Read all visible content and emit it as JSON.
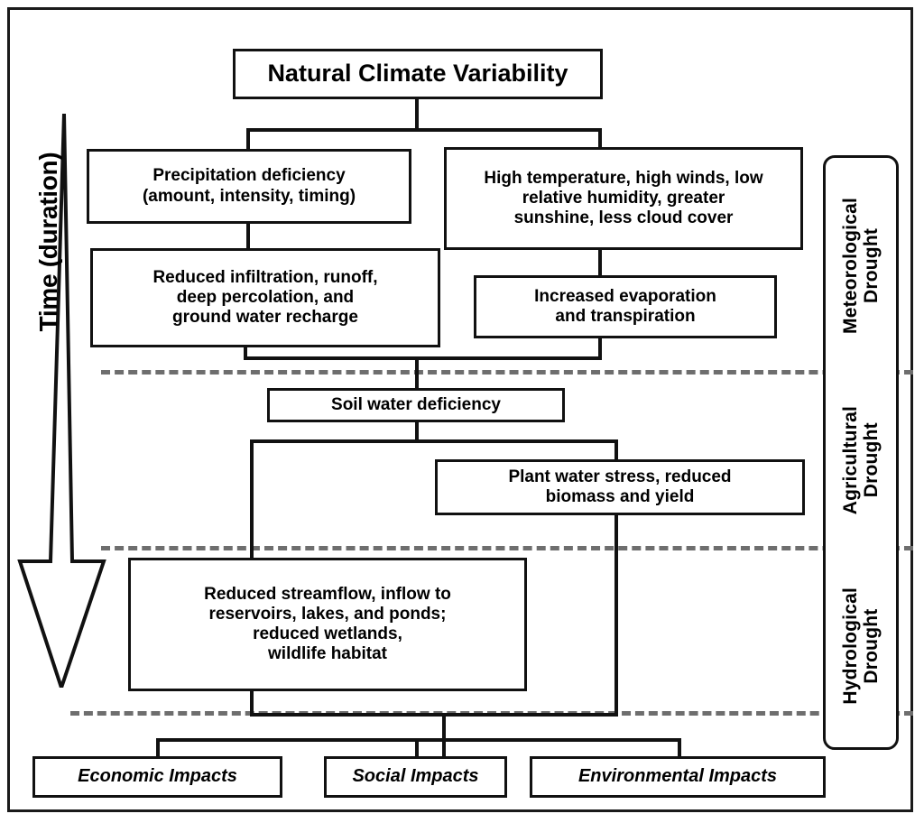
{
  "figure": {
    "title_box": "Natural Climate Variability",
    "time_axis_label": "Time (duration)"
  },
  "boxes": {
    "root": "Natural Climate Variability",
    "precipitation": "Precipitation deficiency\n(amount, intensity, timing)",
    "atmosphere": "High temperature, high winds, low\nrelative humidity, greater\nsunshine, less cloud cover",
    "infiltration": "Reduced infiltration, runoff,\ndeep percolation, and\nground water recharge",
    "evaporation": "Increased evaporation\nand transpiration",
    "soil_water": "Soil water deficiency",
    "plant_stress": "Plant water stress, reduced\nbiomass and yield",
    "streamflow": "Reduced streamflow, inflow to\nreservoirs, lakes, and ponds;\nreduced wetlands,\nwildlife habitat"
  },
  "impacts": [
    {
      "label": "Economic Impacts"
    },
    {
      "label": "Social Impacts"
    },
    {
      "label": "Environmental Impacts"
    }
  ],
  "drought_stages": [
    {
      "label": "Meteorological\nDrought"
    },
    {
      "label": "Agricultural\nDrought"
    },
    {
      "label": "Hydrological\nDrought"
    }
  ],
  "colors": {
    "line": "#111111",
    "dashed_separator": "#6e6e6e",
    "background": "#ffffff",
    "frame": "#1a1a1a"
  }
}
